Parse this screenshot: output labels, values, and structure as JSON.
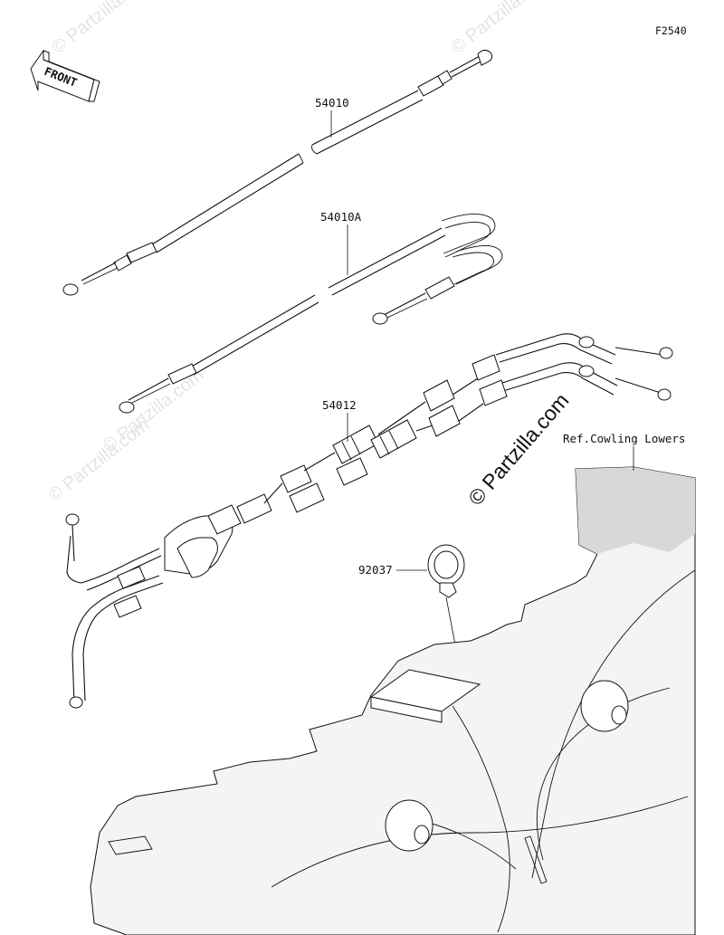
{
  "figure": {
    "code": "F2540",
    "front_label": "FRONT",
    "reference_note": "Ref.Cowling Lowers"
  },
  "watermark": {
    "brand": "© Partzilla.com",
    "faint": "© Partzilla.com"
  },
  "callouts": {
    "cable_1": "54010",
    "cable_2": "54010A",
    "cable_3": "54012",
    "clamp": "92037"
  }
}
